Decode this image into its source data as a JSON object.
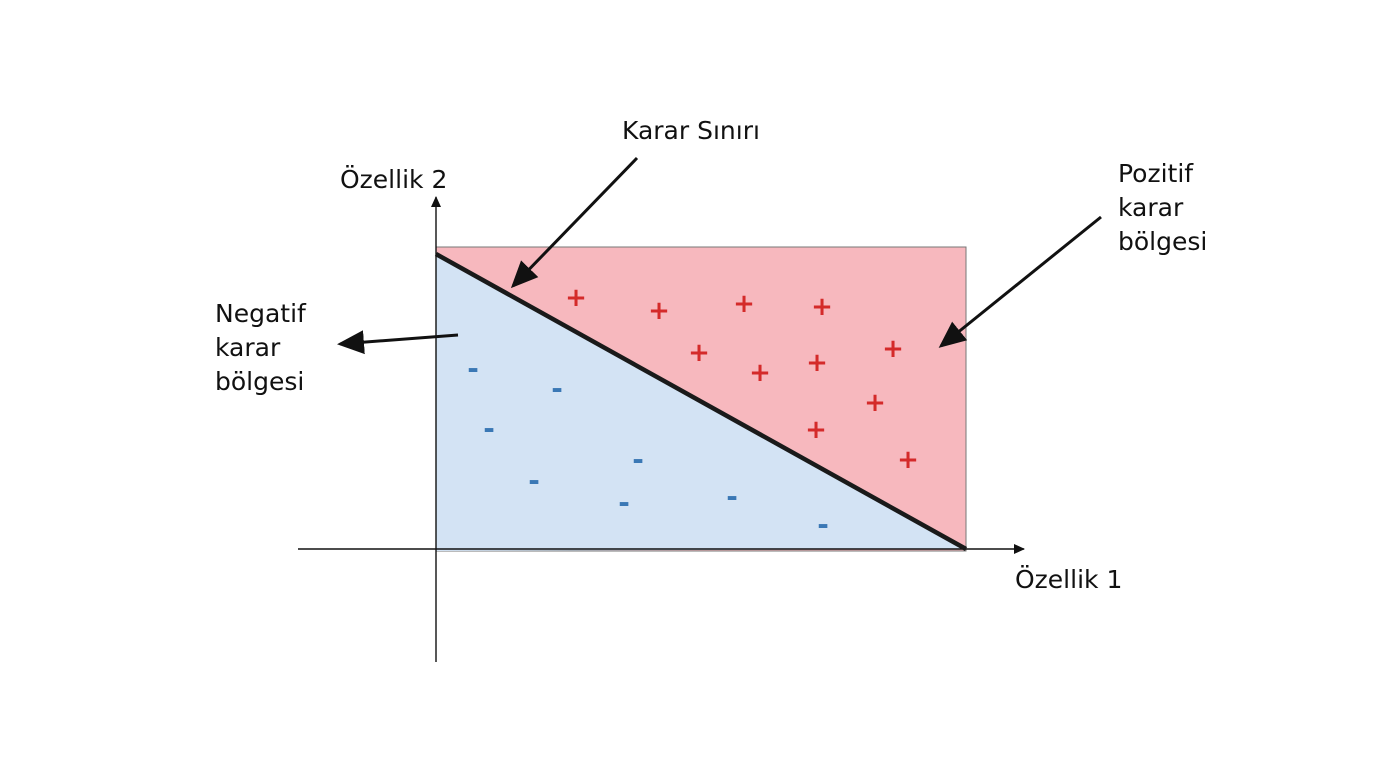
{
  "diagram": {
    "x_axis_label": "Özellik 1",
    "y_axis_label": "Özellik 2",
    "boundary_label": "Karar Sınırı",
    "positive_region_label": [
      "Pozitif",
      "karar",
      "bölgesi"
    ],
    "negative_region_label": [
      "Negatif",
      "karar",
      "bölgesi"
    ],
    "positive_symbol": "+",
    "negative_symbol": "-",
    "colors": {
      "positive_region": "#f7b8be",
      "negative_region": "#d3e3f4",
      "positive_symbol": "#d42a2a",
      "negative_symbol": "#3a78b5",
      "boundary": "#1a1a1a",
      "axes": "#111111"
    }
  }
}
